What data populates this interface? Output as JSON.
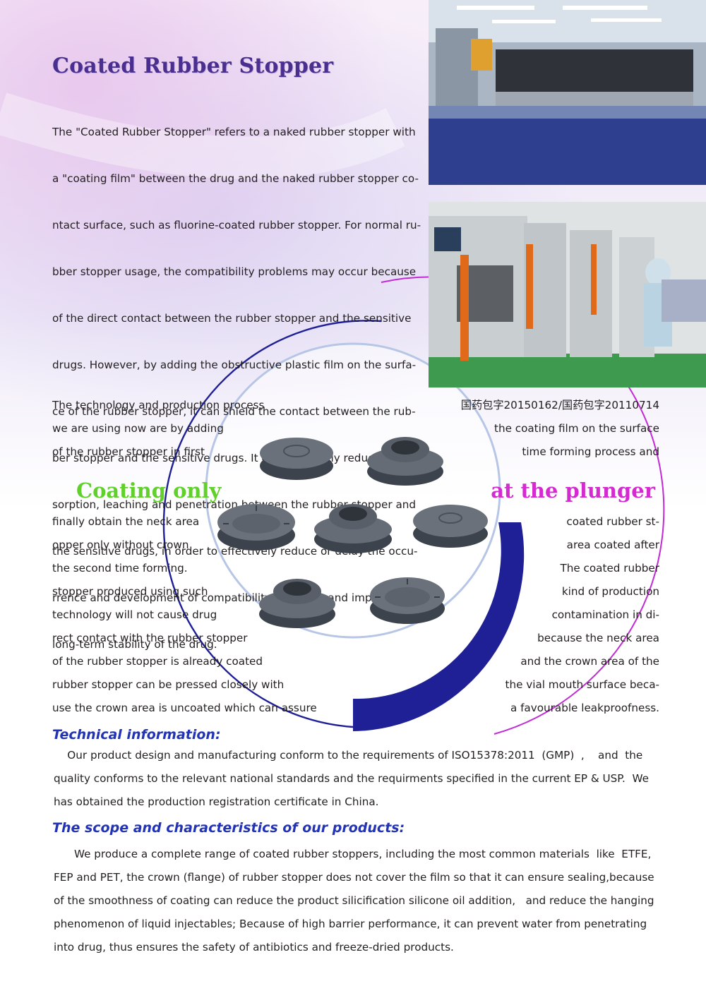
{
  "title": "Coated Rubber Stopper",
  "intro_lines": [
    "The \"Coated Rubber Stopper\" refers to a naked rubber stopper with",
    "a \"coating film\" between the drug and the naked rubber stopper co-",
    "ntact surface, such as fluorine-coated rubber stopper. For normal ru-",
    "bber stopper usage, the compatibility problems may occur because",
    "of the direct contact between the rubber stopper and the sensitive",
    "drugs. However, by adding the obstructive plastic film on the surfa-",
    "ce of the rubber stopper, it can shield the contact between the rub-",
    "ber stopper and the sensitive drugs. It can effectively reduce the ab-",
    "sorption, leaching and penetration between the rubber stopper and",
    " the sensitive drugs, in order to effectively reduce or delay the occu-",
    "rrence and development of compatibility problems and improve the",
    "long-term stability of the drug."
  ],
  "process": {
    "left_top": [
      "The technology and production process",
      "we are using now are by adding",
      "of the rubber stopper in first"
    ],
    "right_top": [
      "国药包字20150162/国药包字20110714",
      "the coating film on the surface",
      "time forming process and"
    ],
    "highlight_left": "Coating only",
    "highlight_right": "at the plunger",
    "left_bottom": [
      "finally obtain the neck area",
      "opper only without crown",
      "the second time forming.",
      "stopper produced using such",
      "technology will not cause drug",
      "rect contact with the rubber stopper",
      "of the rubber stopper is already coated",
      "rubber stopper can be pressed closely with",
      "use the crown area is uncoated which can assure"
    ],
    "right_bottom": [
      "coated rubber st-",
      "area coated after",
      "The coated rubber",
      "kind of production",
      "contamination in di-",
      "because the neck area",
      "and the crown area of the",
      "the vial mouth surface beca-",
      "a favourable leakproofness."
    ]
  },
  "technical": {
    "heading": "Technical information:",
    "lines": [
      "    Our product design and manufacturing conform to the requirements of ISO15378:2011  (GMP)  ,    and  the",
      "quality conforms to the relevant national standards and the requirments specified in the current EP & USP.  We",
      "has obtained the production registration certificate in China."
    ]
  },
  "scope": {
    "heading": "The scope and characteristics of our products:",
    "lines": [
      "      We produce a complete range of coated rubber stoppers, including the most common materials  like  ETFE,",
      "FEP and PET, the crown (flange) of rubber stopper does not cover the film so that it can ensure sealing,because",
      "of the smoothness of coating can reduce the product silicification silicone oil addition,   and reduce the hanging",
      "phenomenon of liquid injectables; Because of high barrier performance, it can prevent water from penetrating",
      "into drug, thus ensures the safety of antibiotics and freeze-dried products."
    ]
  },
  "colors": {
    "title": "#4a2f8f",
    "heading": "#2233b5",
    "highlight_green": "#5fd12a",
    "highlight_magenta": "#d42bd0",
    "arc_navy": "#1f1f96"
  }
}
